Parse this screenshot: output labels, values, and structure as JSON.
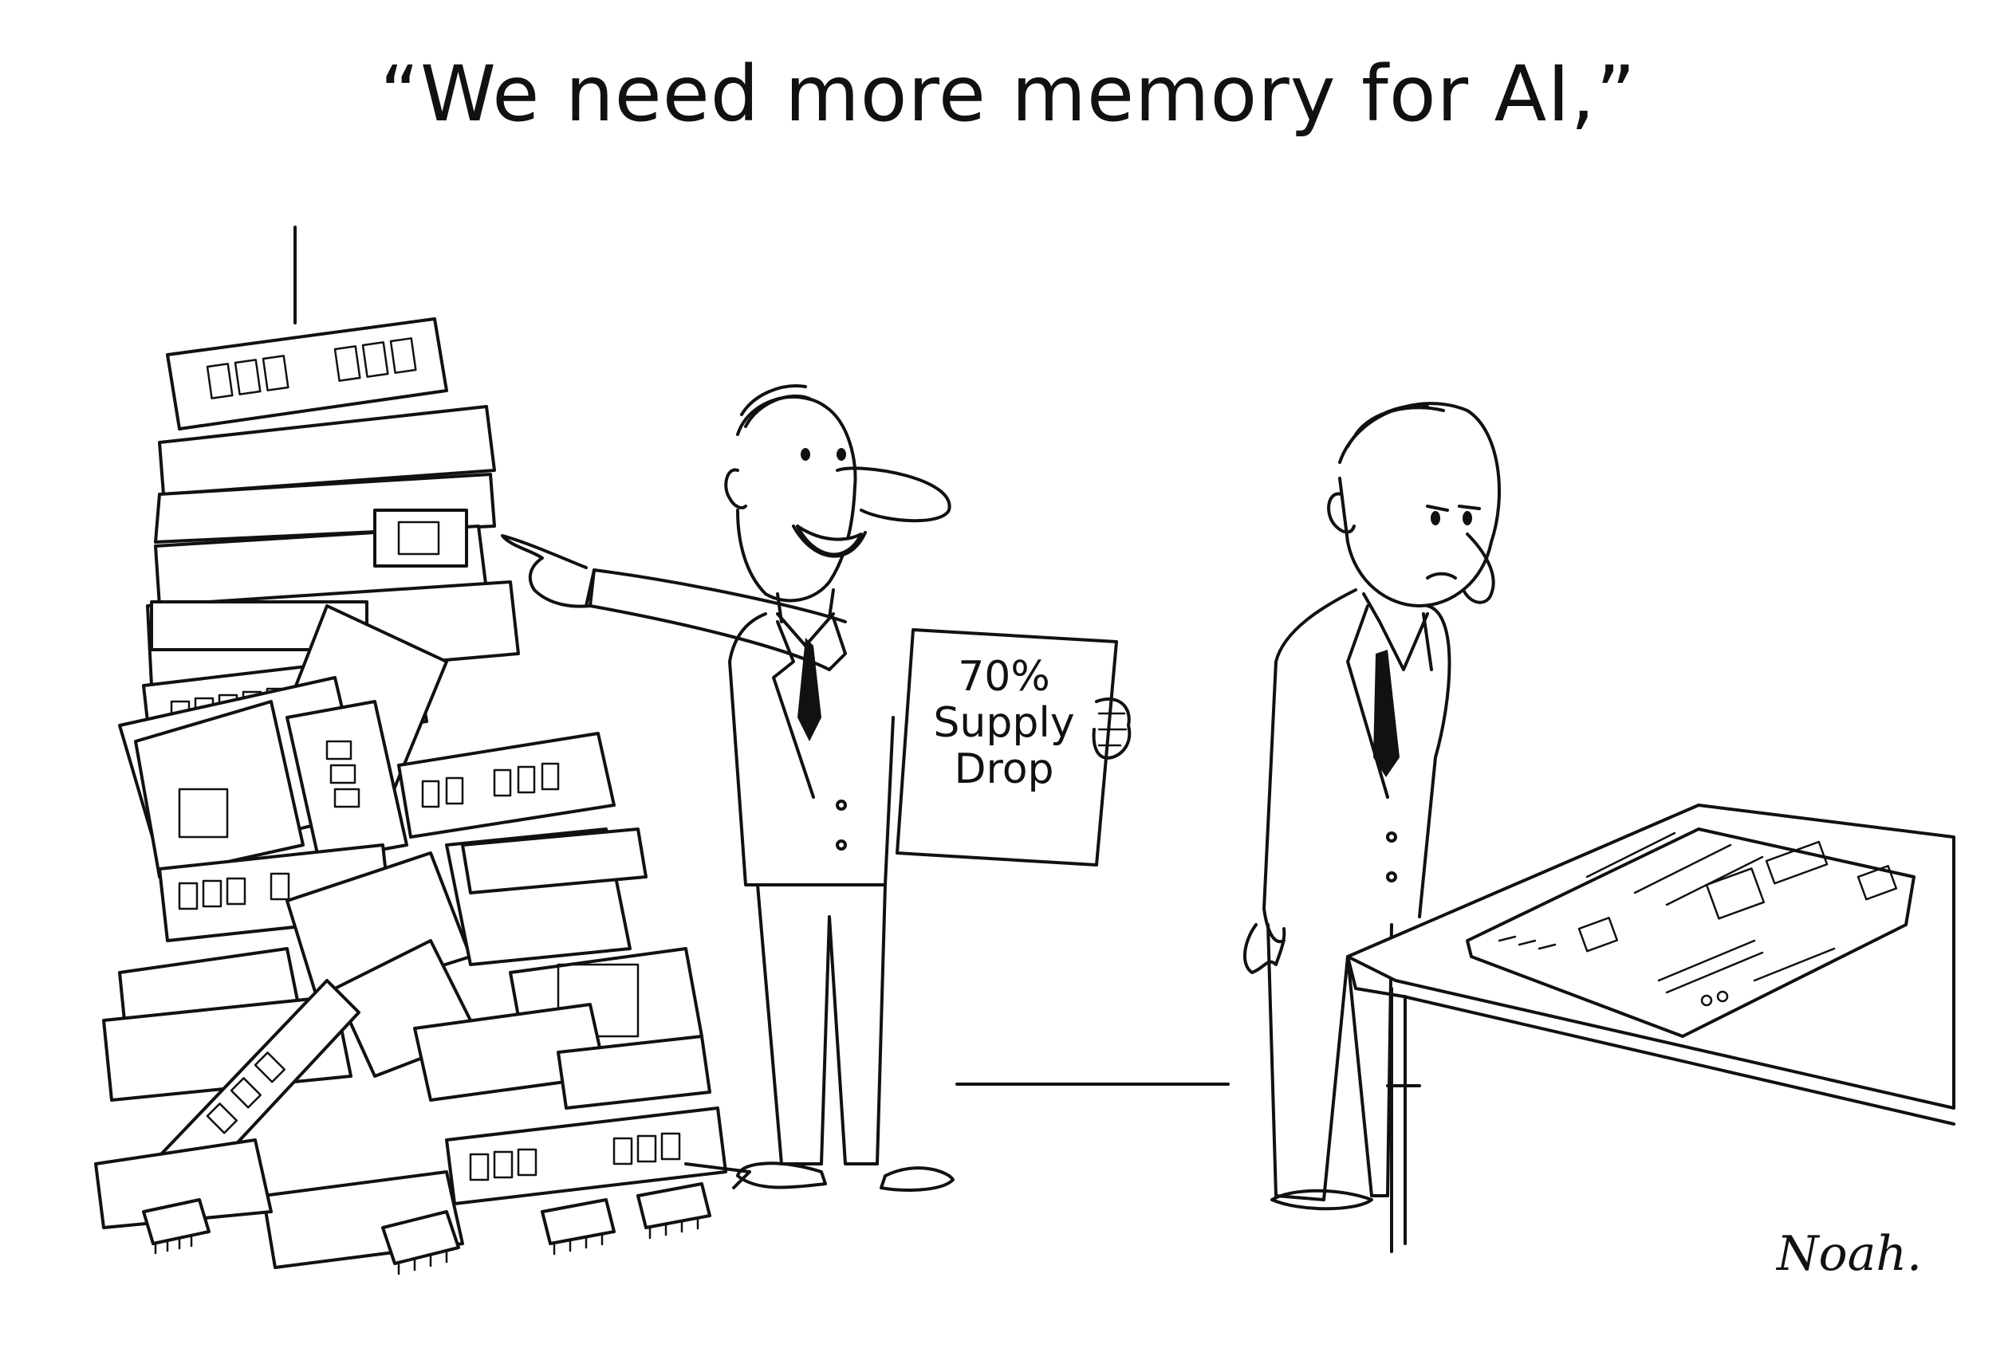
{
  "caption": "“We need more memory for AI,”",
  "sign": {
    "line1": "70%",
    "line2": "Supply",
    "line3": "Drop"
  },
  "signature": "Noah."
}
